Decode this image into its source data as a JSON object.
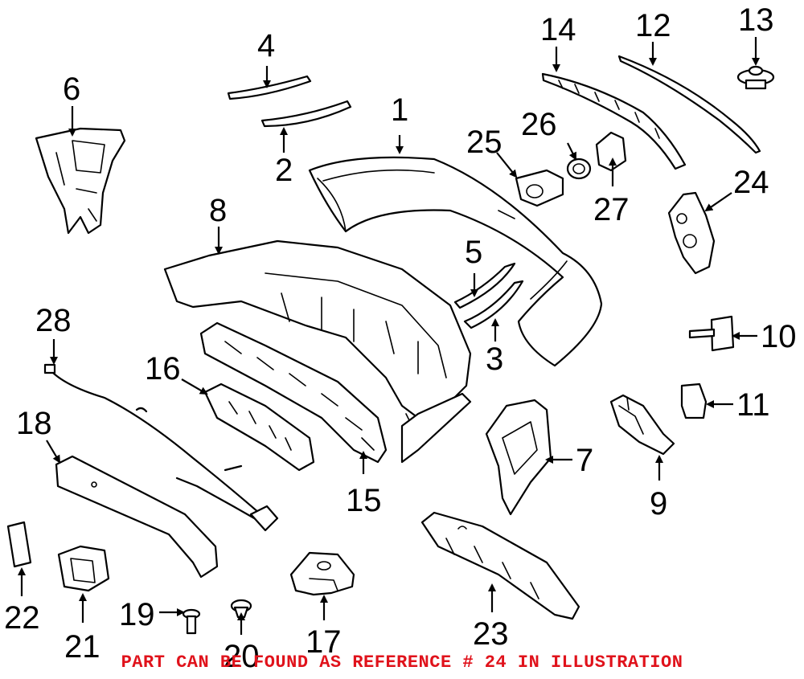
{
  "colors": {
    "line": "#000000",
    "background": "#ffffff",
    "caption": "#e0121b"
  },
  "callouts": [
    "1",
    "2",
    "3",
    "4",
    "5",
    "6",
    "7",
    "8",
    "9",
    "10",
    "11",
    "12",
    "13",
    "14",
    "15",
    "16",
    "17",
    "18",
    "19",
    "20",
    "21",
    "22",
    "23",
    "24",
    "25",
    "26",
    "27",
    "28"
  ],
  "caption": "PART CAN BE FOUND AS REFERENCE # 24 IN ILLUSTRATION"
}
